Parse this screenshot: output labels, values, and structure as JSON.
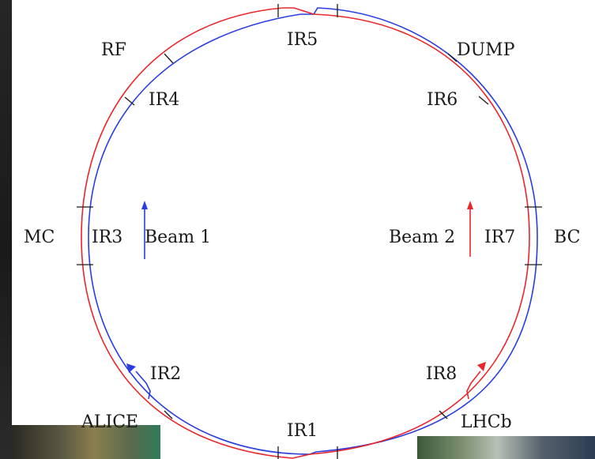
{
  "diagram": {
    "labels": {
      "ir1": "IR1",
      "ir2": "IR2",
      "ir3": "IR3",
      "ir4": "IR4",
      "ir5": "IR5",
      "ir6": "IR6",
      "ir7": "IR7",
      "ir8": "IR8",
      "rf": "RF",
      "dump": "DUMP",
      "mc": "MC",
      "bc": "BC",
      "alice": "ALICE",
      "lhcb": "LHCb",
      "beam1": "Beam 1",
      "beam2": "Beam 2"
    },
    "colors": {
      "beam1": "#2a3de0",
      "beam2": "#e8262b",
      "ticks": "#1a1a1a"
    }
  }
}
